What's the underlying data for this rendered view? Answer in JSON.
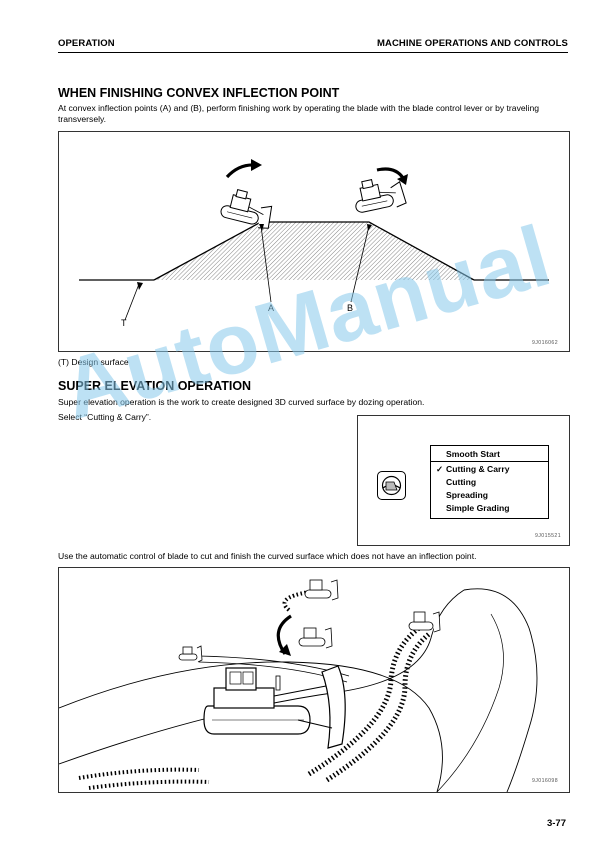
{
  "header": {
    "left": "OPERATION",
    "right": "MACHINE OPERATIONS AND CONTROLS"
  },
  "section1": {
    "title": "WHEN FINISHING CONVEX INFLECTION POINT",
    "body": "At convex inflection points (A) and (B), perform finishing work by operating the blade with the blade control lever or by traveling transversely.",
    "figure": {
      "labels": {
        "t": "T",
        "a": "A",
        "b": "B"
      },
      "code": "9J016062"
    },
    "caption": "(T) Design surface"
  },
  "section2": {
    "title": "SUPER ELEVATION OPERATION",
    "body": "Super elevation operation is the work to create designed 3D curved surface by dozing operation.",
    "instruction": "Select “Cutting & Carry”.",
    "menu": {
      "header": "Smooth Start",
      "items": [
        {
          "label": "Cutting & Carry",
          "checked": true
        },
        {
          "label": "Cutting",
          "checked": false
        },
        {
          "label": "Spreading",
          "checked": false
        },
        {
          "label": "Simple Grading",
          "checked": false
        }
      ],
      "code": "9J015521"
    },
    "body2": "Use the automatic control of blade to cut and finish the curved surface which does not have an inflection point.",
    "figure2": {
      "code": "9J016098"
    }
  },
  "watermark": "AutoManual",
  "page_number": "3-77"
}
